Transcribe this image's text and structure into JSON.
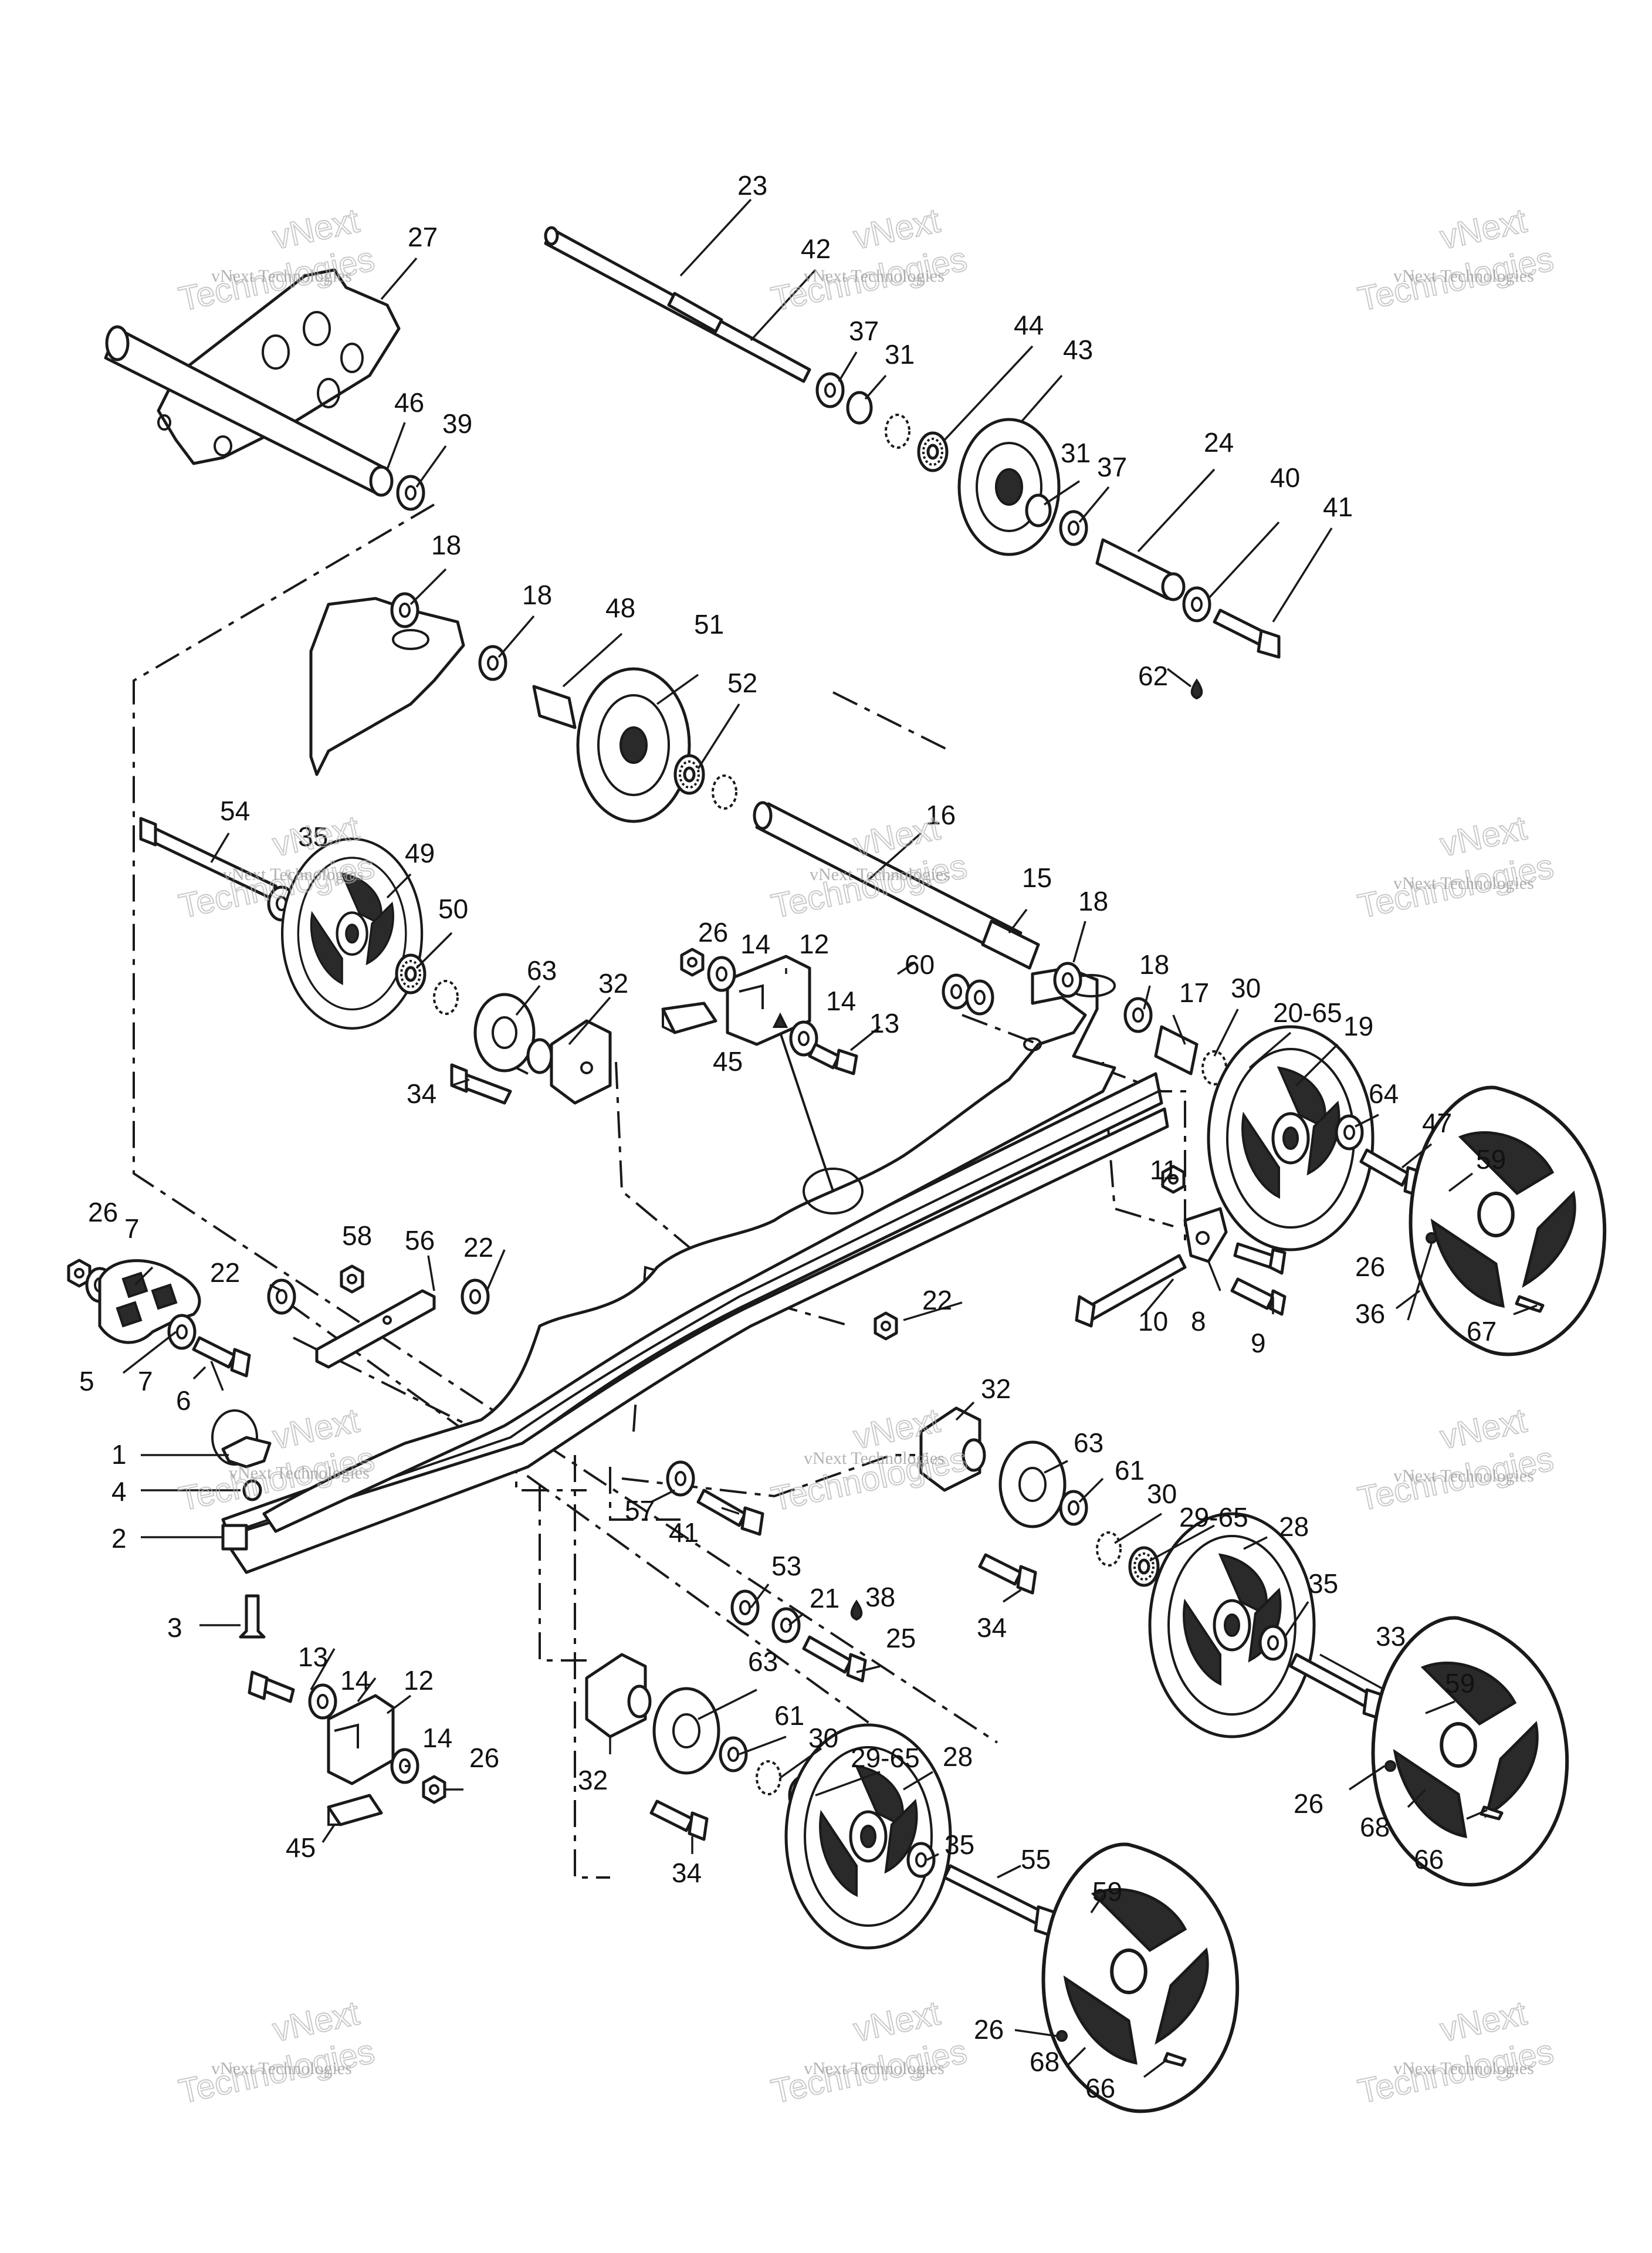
{
  "watermark": {
    "line_small": "vNext Technologies",
    "line_top": "vNext",
    "line_bottom": "Technologies"
  },
  "callouts": [
    {
      "id": "c23",
      "text": "23"
    },
    {
      "id": "c27",
      "text": "27"
    },
    {
      "id": "c42",
      "text": "42"
    },
    {
      "id": "c37a",
      "text": "37"
    },
    {
      "id": "c31a",
      "text": "31"
    },
    {
      "id": "c44",
      "text": "44"
    },
    {
      "id": "c43",
      "text": "43"
    },
    {
      "id": "c46",
      "text": "46"
    },
    {
      "id": "c39",
      "text": "39"
    },
    {
      "id": "c31b",
      "text": "31"
    },
    {
      "id": "c37b",
      "text": "37"
    },
    {
      "id": "c24",
      "text": "24"
    },
    {
      "id": "c40",
      "text": "40"
    },
    {
      "id": "c41a",
      "text": "41"
    },
    {
      "id": "c62",
      "text": "62"
    },
    {
      "id": "c18a",
      "text": "18"
    },
    {
      "id": "c18b",
      "text": "18"
    },
    {
      "id": "c48",
      "text": "48"
    },
    {
      "id": "c51",
      "text": "51"
    },
    {
      "id": "c52",
      "text": "52"
    },
    {
      "id": "c54",
      "text": "54"
    },
    {
      "id": "c35a",
      "text": "35"
    },
    {
      "id": "c49",
      "text": "49"
    },
    {
      "id": "c16",
      "text": "16"
    },
    {
      "id": "c50",
      "text": "50"
    },
    {
      "id": "c15",
      "text": "15"
    },
    {
      "id": "c18c",
      "text": "18"
    },
    {
      "id": "c26a",
      "text": "26"
    },
    {
      "id": "c14a",
      "text": "14"
    },
    {
      "id": "c12a",
      "text": "12"
    },
    {
      "id": "c63a",
      "text": "63"
    },
    {
      "id": "c60",
      "text": "60"
    },
    {
      "id": "c18d",
      "text": "18"
    },
    {
      "id": "c32a",
      "text": "32"
    },
    {
      "id": "c14b",
      "text": "14"
    },
    {
      "id": "c13a",
      "text": "13"
    },
    {
      "id": "c17",
      "text": "17"
    },
    {
      "id": "c30a",
      "text": "30"
    },
    {
      "id": "c2065",
      "text": "20-65"
    },
    {
      "id": "c19",
      "text": "19"
    },
    {
      "id": "c45a",
      "text": "45"
    },
    {
      "id": "c64",
      "text": "64"
    },
    {
      "id": "c47",
      "text": "47"
    },
    {
      "id": "c34a",
      "text": "34"
    },
    {
      "id": "c59a",
      "text": "59"
    },
    {
      "id": "c11",
      "text": "11"
    },
    {
      "id": "c26b",
      "text": "26"
    },
    {
      "id": "c7a",
      "text": "7"
    },
    {
      "id": "c58",
      "text": "58"
    },
    {
      "id": "c56",
      "text": "56"
    },
    {
      "id": "c22a",
      "text": "22"
    },
    {
      "id": "c22b",
      "text": "22"
    },
    {
      "id": "c26c",
      "text": "26"
    },
    {
      "id": "c36",
      "text": "36"
    },
    {
      "id": "c67",
      "text": "67"
    },
    {
      "id": "c22c",
      "text": "22"
    },
    {
      "id": "c10",
      "text": "10"
    },
    {
      "id": "c8",
      "text": "8"
    },
    {
      "id": "c9",
      "text": "9"
    },
    {
      "id": "c5",
      "text": "5"
    },
    {
      "id": "c7b",
      "text": "7"
    },
    {
      "id": "c6",
      "text": "6"
    },
    {
      "id": "c32b",
      "text": "32"
    },
    {
      "id": "c1",
      "text": "1"
    },
    {
      "id": "c63b",
      "text": "63"
    },
    {
      "id": "c61a",
      "text": "61"
    },
    {
      "id": "c4",
      "text": "4"
    },
    {
      "id": "c57",
      "text": "57"
    },
    {
      "id": "c41b",
      "text": "41"
    },
    {
      "id": "c30b",
      "text": "30"
    },
    {
      "id": "c2965a",
      "text": "29-65"
    },
    {
      "id": "c2",
      "text": "2"
    },
    {
      "id": "c28a",
      "text": "28"
    },
    {
      "id": "c53",
      "text": "53"
    },
    {
      "id": "c35b",
      "text": "35"
    },
    {
      "id": "c21",
      "text": "21"
    },
    {
      "id": "c38",
      "text": "38"
    },
    {
      "id": "c34b",
      "text": "34"
    },
    {
      "id": "c3",
      "text": "3"
    },
    {
      "id": "c25",
      "text": "25"
    },
    {
      "id": "c33",
      "text": "33"
    },
    {
      "id": "c63c",
      "text": "63"
    },
    {
      "id": "c13b",
      "text": "13"
    },
    {
      "id": "c14c",
      "text": "14"
    },
    {
      "id": "c12b",
      "text": "12"
    },
    {
      "id": "c59b",
      "text": "59"
    },
    {
      "id": "c61b",
      "text": "61"
    },
    {
      "id": "c30c",
      "text": "30"
    },
    {
      "id": "c14d",
      "text": "14"
    },
    {
      "id": "c26d",
      "text": "26"
    },
    {
      "id": "c2965b",
      "text": "29-65"
    },
    {
      "id": "c28b",
      "text": "28"
    },
    {
      "id": "c32c",
      "text": "32"
    },
    {
      "id": "c26e",
      "text": "26"
    },
    {
      "id": "c68a",
      "text": "68"
    },
    {
      "id": "c66a",
      "text": "66"
    },
    {
      "id": "c45b",
      "text": "45"
    },
    {
      "id": "c35c",
      "text": "35"
    },
    {
      "id": "c34c",
      "text": "34"
    },
    {
      "id": "c55",
      "text": "55"
    },
    {
      "id": "c59c",
      "text": "59"
    },
    {
      "id": "c26f",
      "text": "26"
    },
    {
      "id": "c68b",
      "text": "68"
    },
    {
      "id": "c66b",
      "text": "66"
    }
  ]
}
